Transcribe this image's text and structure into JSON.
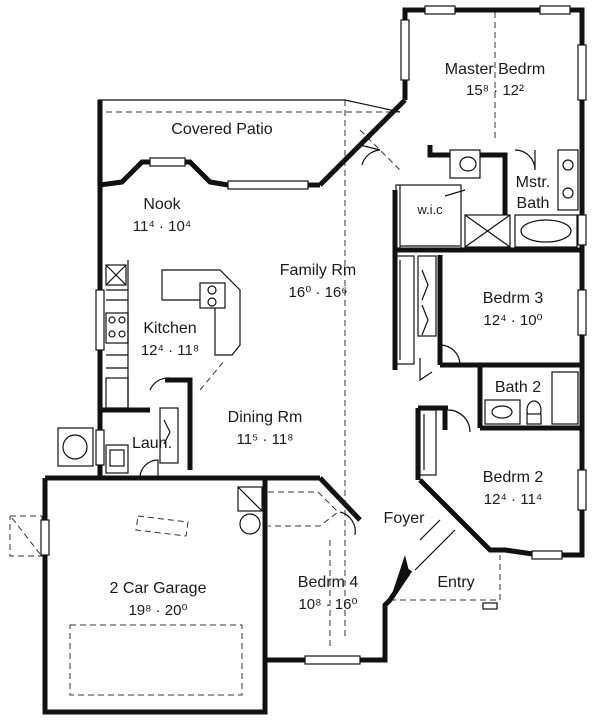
{
  "rooms": {
    "master_bedroom": {
      "name": "Master Bedrm",
      "dim": "15⁸ · 12²"
    },
    "covered_patio": {
      "name": "Covered Patio"
    },
    "nook": {
      "name": "Nook",
      "dim": "11⁴ · 10⁴"
    },
    "family_room": {
      "name": "Family Rm",
      "dim": "16⁰ · 16⁶"
    },
    "kitchen": {
      "name": "Kitchen",
      "dim": "12⁴ · 11⁸"
    },
    "walk_in_closet": {
      "name": "w.i.c"
    },
    "master_bath": {
      "name_line1": "Mstr.",
      "name_line2": "Bath"
    },
    "bedroom_3": {
      "name": "Bedrm 3",
      "dim": "12⁴ · 10⁰"
    },
    "bath_2": {
      "name": "Bath 2"
    },
    "dining_room": {
      "name": "Dining Rm",
      "dim": "11⁵ · 11⁸"
    },
    "laundry": {
      "name": "Laun."
    },
    "bedroom_2": {
      "name": "Bedrm 2",
      "dim": "12⁴ · 11⁴"
    },
    "foyer": {
      "name": "Foyer"
    },
    "garage": {
      "name": "2 Car Garage",
      "dim": "19⁸ · 20⁰"
    },
    "bedroom_4": {
      "name": "Bedrm 4",
      "dim": "10⁸ · 16⁰"
    },
    "entry": {
      "name": "Entry"
    }
  }
}
